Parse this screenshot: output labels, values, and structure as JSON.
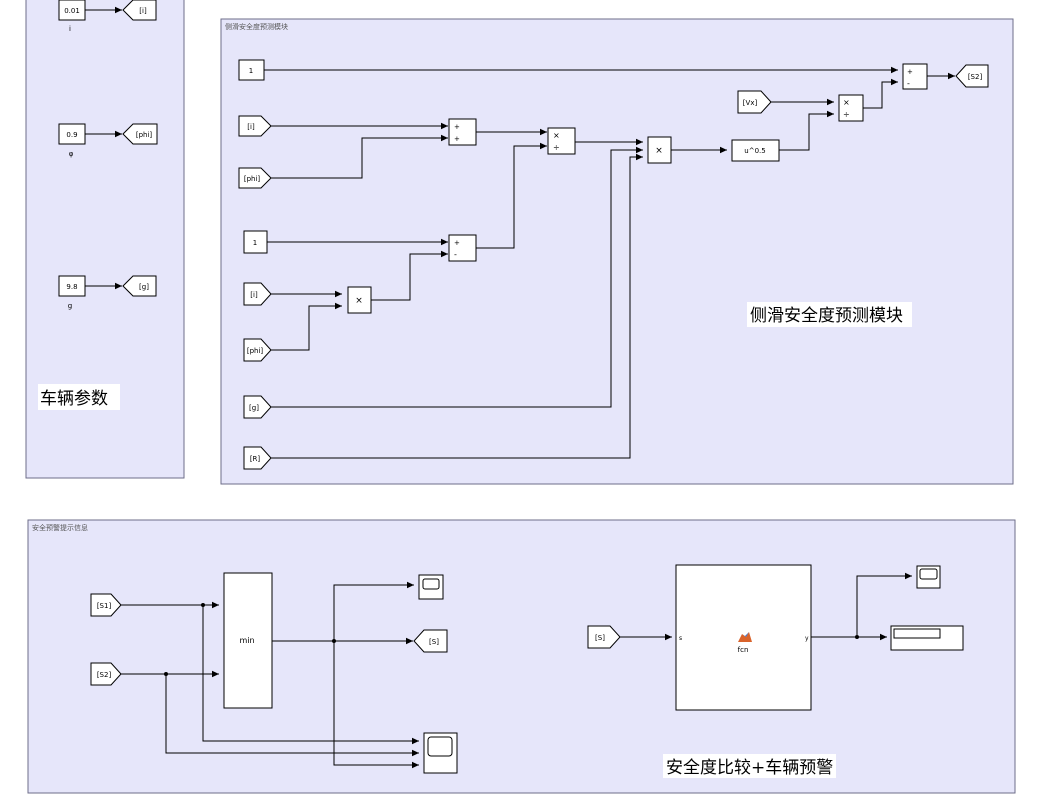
{
  "colors": {
    "subsystem_fill": "#e6e6fa",
    "subsystem_border": "#6e6e8a",
    "block_fill": "#ffffff",
    "line": "#000000"
  },
  "panels": {
    "vehicle_params": {
      "label": "车辆参数",
      "constants": [
        {
          "value": "0.01",
          "name": "i",
          "goto": "[i]"
        },
        {
          "value": "0.9",
          "name": "φ",
          "goto": "[phi]"
        },
        {
          "value": "9.8",
          "name": "g",
          "goto": "[g]"
        }
      ]
    },
    "sideslip": {
      "title": "侧滑安全度预测模块",
      "label": "侧滑安全度预测模块",
      "const_top": "1",
      "const_mid": "1",
      "from_i_top": "[i]",
      "from_phi_top": "[phi]",
      "from_i_bottom": "[i]",
      "from_phi_bottom": "[phi]",
      "from_g": "[g]",
      "from_R": "[R]",
      "from_Vx": "[Vx]",
      "goto_S2": "[S2]",
      "sqrt_fcn": "u^0.5",
      "sign_plus": "+",
      "sign_minus": "-",
      "sign_mul": "×",
      "sign_div": "÷"
    },
    "warning": {
      "title": "安全预警提示信息",
      "label": "安全度比较+车辆预警",
      "from_S1": "[S1]",
      "from_S2": "[S2]",
      "from_S": "[S]",
      "min_label": "min",
      "goto_S": "[S]",
      "fcn_label": "fcn",
      "port_in": "s",
      "port_out": "y"
    }
  }
}
